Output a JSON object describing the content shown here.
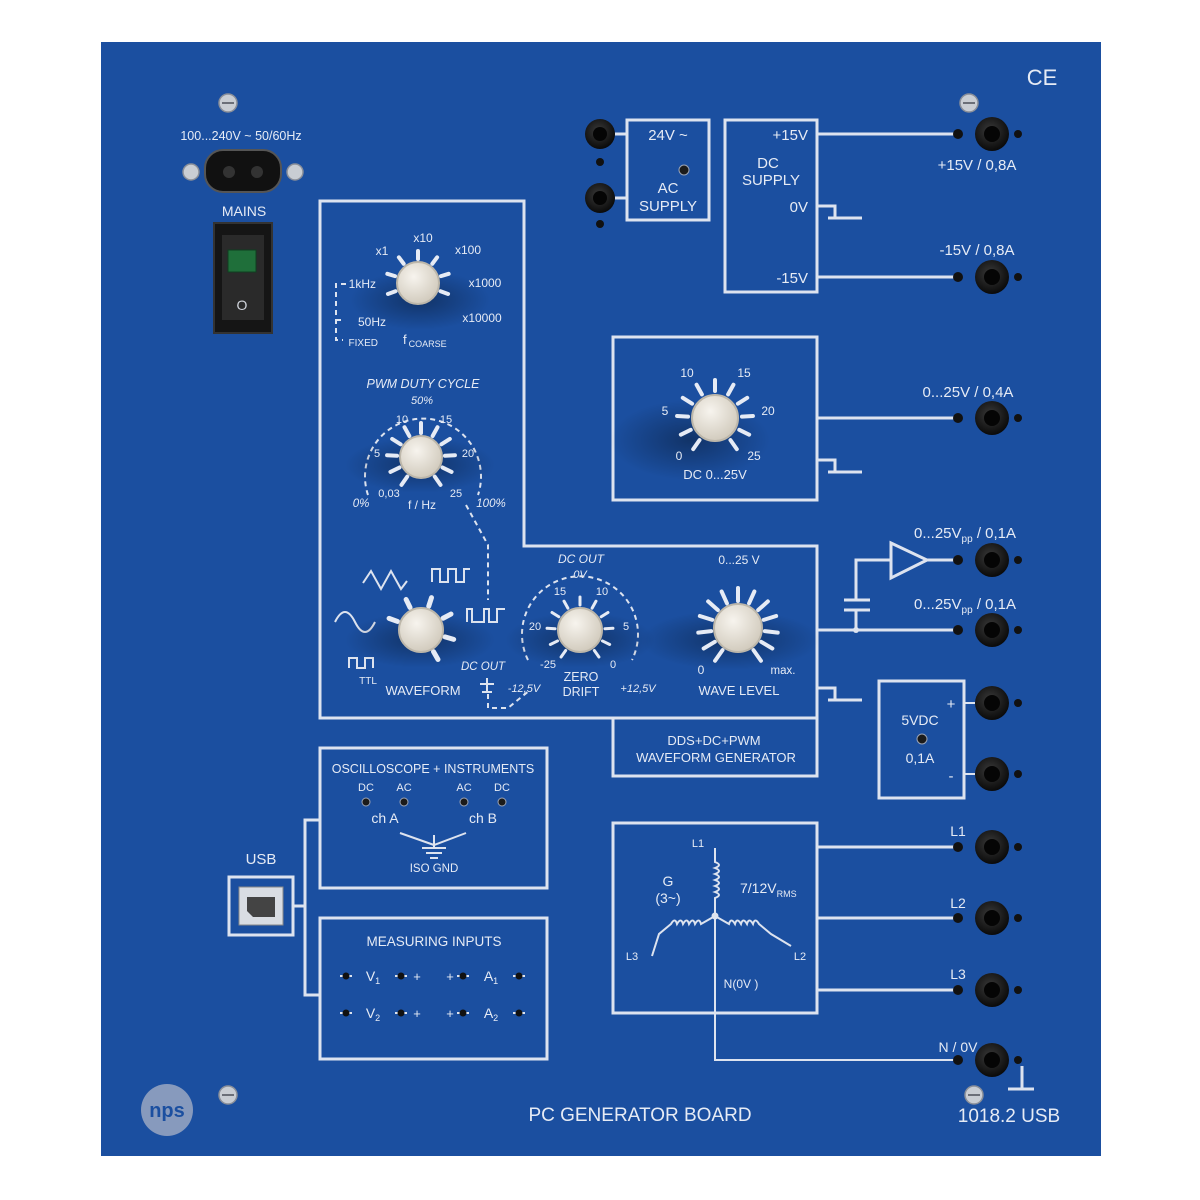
{
  "board": {
    "title": "PC GENERATOR BOARD",
    "model": "1018.2  USB",
    "ce_mark": "CE",
    "brand_logo": "nps",
    "colors": {
      "panel": "#1b4fa0",
      "print": "#e6ebf5",
      "knob": "#e9e5dc"
    }
  },
  "mains": {
    "voltage_label": "100...240V ~  50/60Hz",
    "switch_label": "MAINS",
    "switch_mark": "O"
  },
  "usb": {
    "label": "USB",
    "icon": "usb-b-port-icon"
  },
  "ac_supply": {
    "voltage": "24V ~",
    "label_line1": "AC",
    "label_line2": "SUPPLY"
  },
  "dc_supply": {
    "label_line1": "DC",
    "label_line2": "SUPPLY",
    "plus": "+15V",
    "zero": "0V",
    "minus": "-15V",
    "out_plus_label": "+15V / 0,8A",
    "out_minus_label": "-15V / 0,8A"
  },
  "dc_variable": {
    "scale": [
      "0",
      "5",
      "10",
      "15",
      "20",
      "25"
    ],
    "label": "DC 0...25V",
    "out_label": "0...25V / 0,4A"
  },
  "waveform_generator": {
    "coarse_ranges": [
      "x1",
      "x10",
      "x100",
      "x1000",
      "x10000"
    ],
    "fixed_options": [
      "1kHz",
      "50Hz",
      "FIXED"
    ],
    "coarse_label": "f",
    "coarse_sub": "COARSE",
    "pwm_title": "PWM DUTY CYCLE",
    "pwm_50": "50%",
    "pwm_0": "0%",
    "pwm_100": "100%",
    "freq_scale": [
      "0,03",
      "5",
      "10",
      "15",
      "20",
      "25"
    ],
    "freq_label": "f / Hz",
    "waveform_label": "WAVEFORM",
    "ttl_label": "TTL",
    "dc_out_label": "DC OUT",
    "dc_out_small": "DC OUT",
    "neg_12": "-12,5V",
    "pos_12": "+12,5V",
    "zero_v": "0V",
    "zero_scale": [
      "15",
      "10",
      "20",
      "5",
      "-25",
      "0"
    ],
    "zero_label_1": "ZERO",
    "zero_label_2": "DRIFT",
    "level_range": "0...25 V",
    "level_min": "0",
    "level_max": "max.",
    "level_label": "WAVE LEVEL",
    "box_line1": "DDS+DC+PWM",
    "box_line2": "WAVEFORM GENERATOR",
    "out1_label": "0...25V",
    "out1_sub": "pp",
    "out1_tail": " / 0,1A",
    "out2_label": "0...25V",
    "out2_sub": "pp",
    "out2_tail": " / 0,1A"
  },
  "five_v": {
    "label": "5VDC",
    "current": "0,1A",
    "plus": "+",
    "minus": "-"
  },
  "three_phase": {
    "gen_label": "G",
    "gen_sub": "(3~)",
    "voltage": "7/12V",
    "voltage_sub": "RMS",
    "l1": "L1",
    "l2": "L2",
    "l3": "L3",
    "neutral": "N(0V )",
    "out_l1": "L1",
    "out_l2": "L2",
    "out_l3": "L3",
    "out_n": "N / 0V"
  },
  "oscilloscope": {
    "title": "OSCILLOSCOPE + INSTRUMENTS",
    "dc_a": "DC",
    "ac_a": "AC",
    "ac_b": "AC",
    "dc_b": "DC",
    "ch_a": "ch A",
    "ch_b": "ch B",
    "iso_gnd": "ISO GND"
  },
  "measuring": {
    "title": "MEASURING  INPUTS",
    "v1": "V",
    "v1_sub": "1",
    "v2": "V",
    "v2_sub": "2",
    "a1": "A",
    "a1_sub": "1",
    "a2": "A",
    "a2_sub": "2",
    "plus": "+"
  }
}
